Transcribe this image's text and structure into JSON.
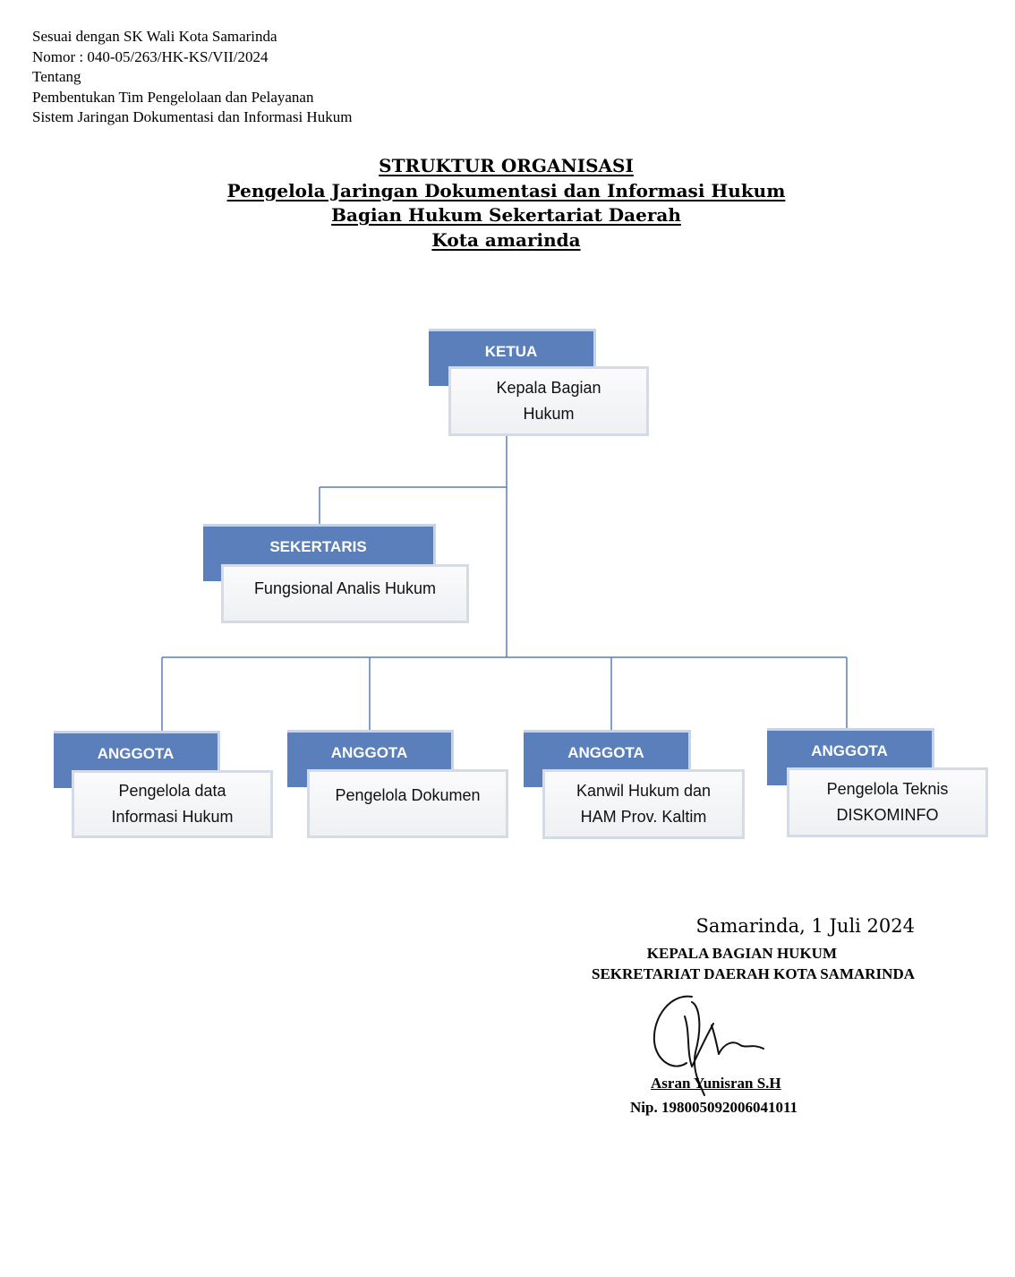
{
  "header": {
    "lines": [
      "Sesuai dengan SK Wali Kota Samarinda",
      "Nomor : 040-05/263/HK-KS/VII/2024",
      "Tentang",
      "Pembentukan Tim Pengelolaan dan Pelayanan",
      "Sistem Jaringan Dokumentasi dan Informasi Hukum"
    ]
  },
  "title": {
    "lines": [
      "STRUKTUR ORGANISASI",
      "Pengelola Jaringan Dokumentasi dan Informasi Hukum",
      "Bagian Hukum Sekertariat Daerah",
      "Kota amarinda"
    ]
  },
  "org": {
    "ketua": {
      "role": "KETUA",
      "desc": [
        "Kepala Bagian",
        "Hukum"
      ]
    },
    "sekertaris": {
      "role": "SEKERTARIS",
      "desc": [
        "Fungsional Analis Hukum"
      ]
    },
    "anggota": [
      {
        "role": "ANGGOTA",
        "desc": [
          "Pengelola data",
          "Informasi Hukum"
        ]
      },
      {
        "role": "ANGGOTA",
        "desc": [
          "Pengelola Dokumen"
        ]
      },
      {
        "role": "ANGGOTA",
        "desc": [
          "Kanwil Hukum dan",
          "HAM Prov. Kaltim"
        ]
      },
      {
        "role": "ANGGOTA",
        "desc": [
          "Pengelola Teknis",
          "DISKOMINFO"
        ]
      }
    ]
  },
  "colors": {
    "role_fill": "#5b7fbb",
    "connector": "#5b7fbb"
  },
  "signature": {
    "date": "Samarinda, 1 Juli 2024",
    "position_line1": "KEPALA BAGIAN HUKUM",
    "position_line2": "SEKRETARIAT DAERAH KOTA SAMARINDA",
    "name": "Asran Yunisran S.H",
    "nip": "Nip. 198005092006041011"
  }
}
